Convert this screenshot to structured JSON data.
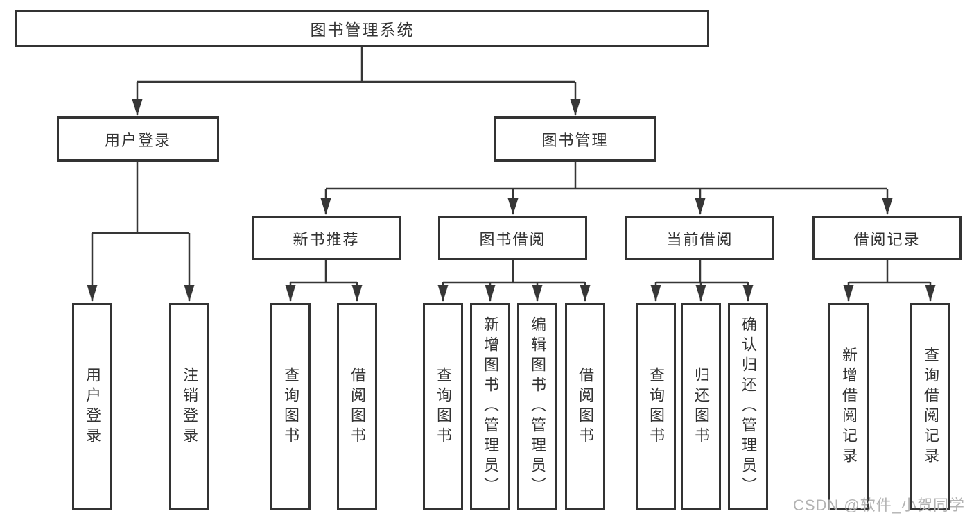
{
  "tree": {
    "label": "图书管理系统",
    "children": [
      {
        "label": "用户登录",
        "children": [
          {
            "label": "用户登录"
          },
          {
            "label": "注销登录"
          }
        ]
      },
      {
        "label": "图书管理",
        "children": [
          {
            "label": "新书推荐",
            "children": [
              {
                "label": "查询图书"
              },
              {
                "label": "借阅图书"
              }
            ]
          },
          {
            "label": "图书借阅",
            "children": [
              {
                "label": "查询图书"
              },
              {
                "label": "新增图书（管理员）"
              },
              {
                "label": "编辑图书（管理员）"
              },
              {
                "label": "借阅图书"
              }
            ]
          },
          {
            "label": "当前借阅",
            "children": [
              {
                "label": "查询图书"
              },
              {
                "label": "归还图书"
              },
              {
                "label": "确认归还（管理员）"
              }
            ]
          },
          {
            "label": "借阅记录",
            "children": [
              {
                "label": "新增借阅记录"
              },
              {
                "label": "查询借阅记录"
              }
            ]
          }
        ]
      }
    ]
  },
  "watermark": {
    "text": "CSDN @软件_小贺同学"
  },
  "colors": {
    "line": "#363636",
    "box_border": "#333333",
    "text": "#333333",
    "watermark": "#b3b3b3",
    "background": "#ffffff"
  }
}
